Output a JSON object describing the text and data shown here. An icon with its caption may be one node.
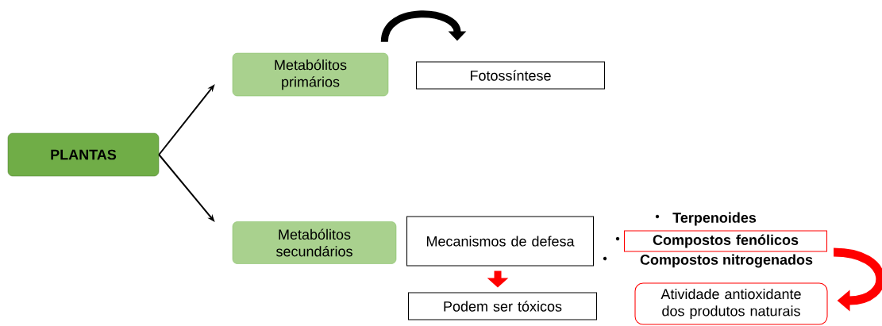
{
  "diagram": {
    "nodes": [
      {
        "text": [
          "PLANTAS"
        ]
      },
      {
        "text": [
          "Metabólitos primários"
        ]
      },
      {
        "text": [
          "Fotossíntese"
        ]
      },
      {
        "text": [
          "Metabólitos secundários"
        ]
      },
      {
        "text": [
          "Mecanismos de defesa"
        ]
      },
      {
        "text": [
          "Podem ser tóxicos"
        ]
      },
      {
        "text": [
          "Compostos fenólicos"
        ]
      },
      {
        "text": [
          "Atividade antioxidante dos produtos naturais"
        ]
      }
    ],
    "edges": [
      {
        "from": 0,
        "to": 1,
        "arrow": "to"
      },
      {
        "from": 0,
        "to": 3,
        "arrow": "to"
      },
      {
        "from": 1,
        "to": 2,
        "arrow": "to"
      },
      {
        "from": 4,
        "to": 5,
        "arrow": "to",
        "color": "#ff0000"
      },
      {
        "from": 6,
        "to": 7,
        "arrow": "to",
        "color": "#ff0000"
      }
    ],
    "labels": [
      "Terpenoides",
      "Compostos nitrogenados"
    ]
  }
}
